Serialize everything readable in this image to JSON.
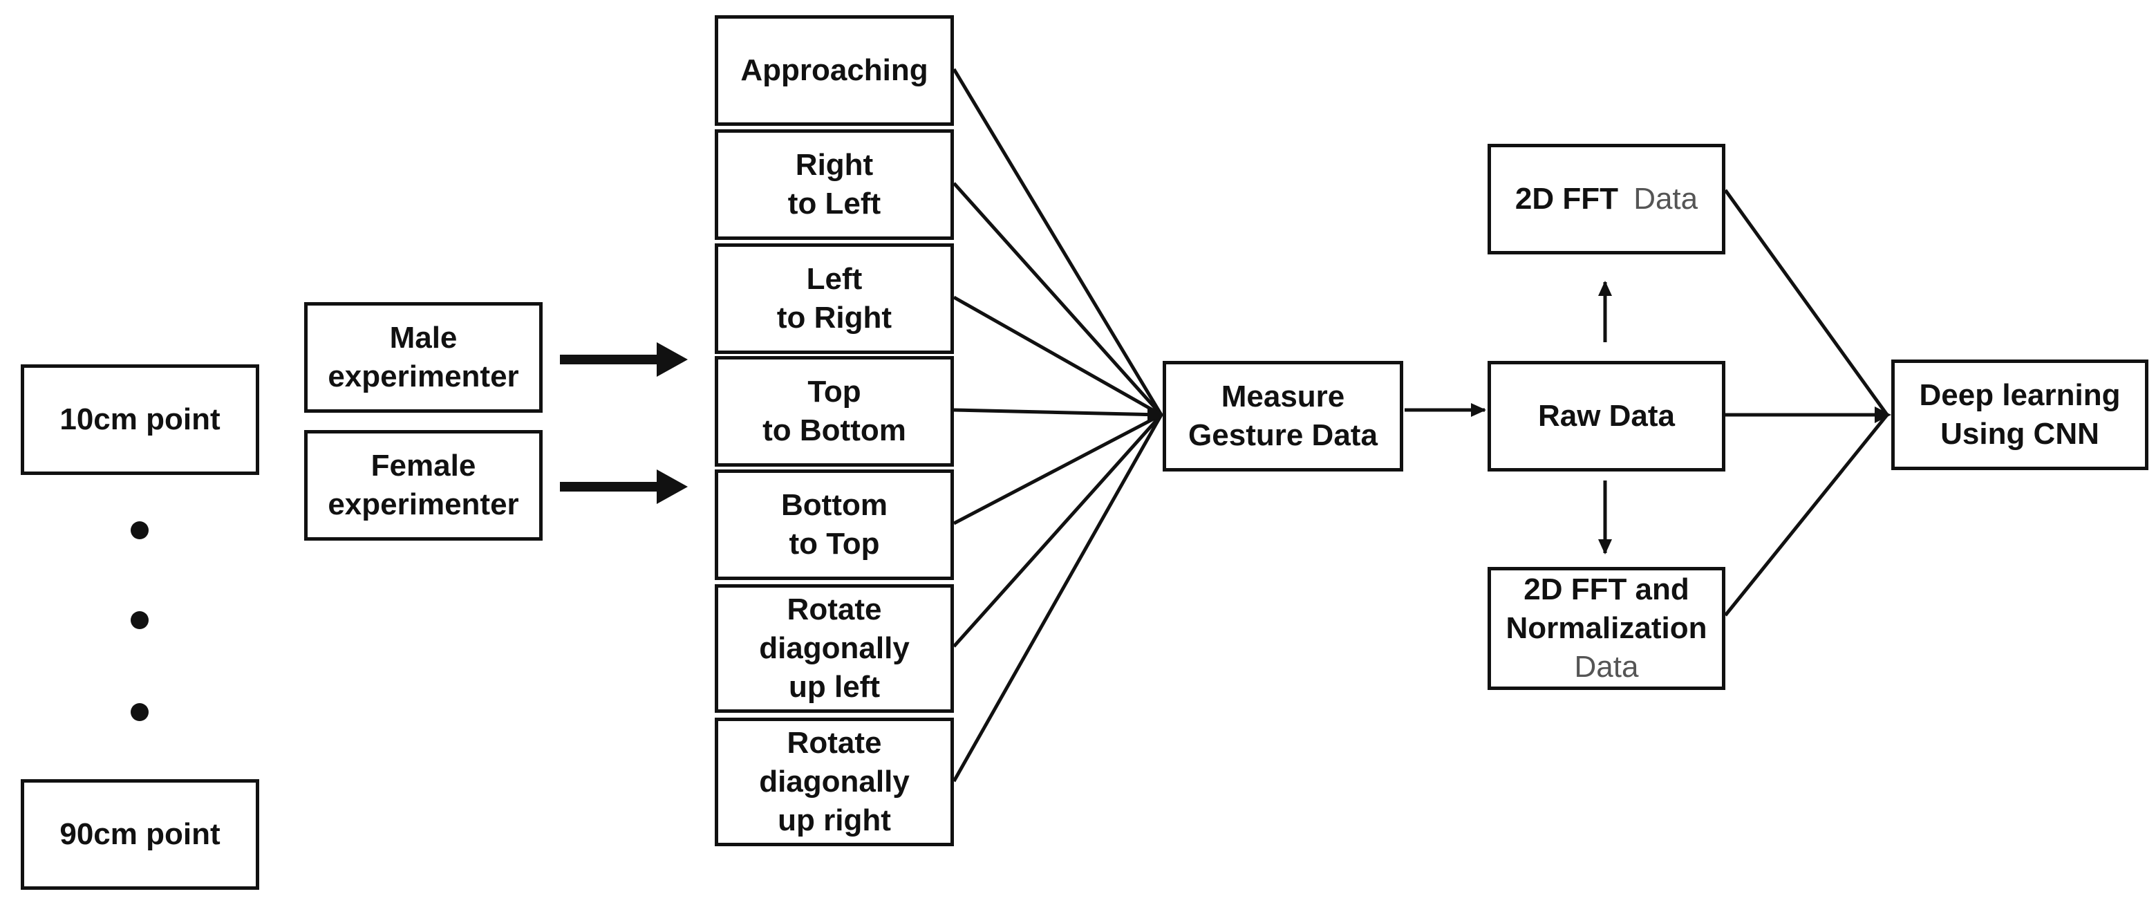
{
  "distances": {
    "first": "10cm point",
    "last": "90cm point"
  },
  "experimenters": {
    "male": [
      "Male",
      "experimenter"
    ],
    "female": [
      "Female",
      "experimenter"
    ]
  },
  "gestures": [
    [
      "Approaching"
    ],
    [
      "Right",
      "to Left"
    ],
    [
      "Left",
      "to Right"
    ],
    [
      "Top",
      "to Bottom"
    ],
    [
      "Bottom",
      "to Top"
    ],
    [
      "Rotate",
      "diagonally",
      "up left"
    ],
    [
      "Rotate",
      "diagonally",
      "up right"
    ]
  ],
  "measure": [
    "Measure",
    "Gesture Data"
  ],
  "raw": "Raw Data",
  "fft": {
    "main": "2D FFT",
    "suffix": "Data"
  },
  "fft_norm": {
    "line1": "2D FFT and",
    "line2": "Normalization",
    "line3": "Data"
  },
  "deep": [
    "Deep learning",
    "Using CNN"
  ]
}
